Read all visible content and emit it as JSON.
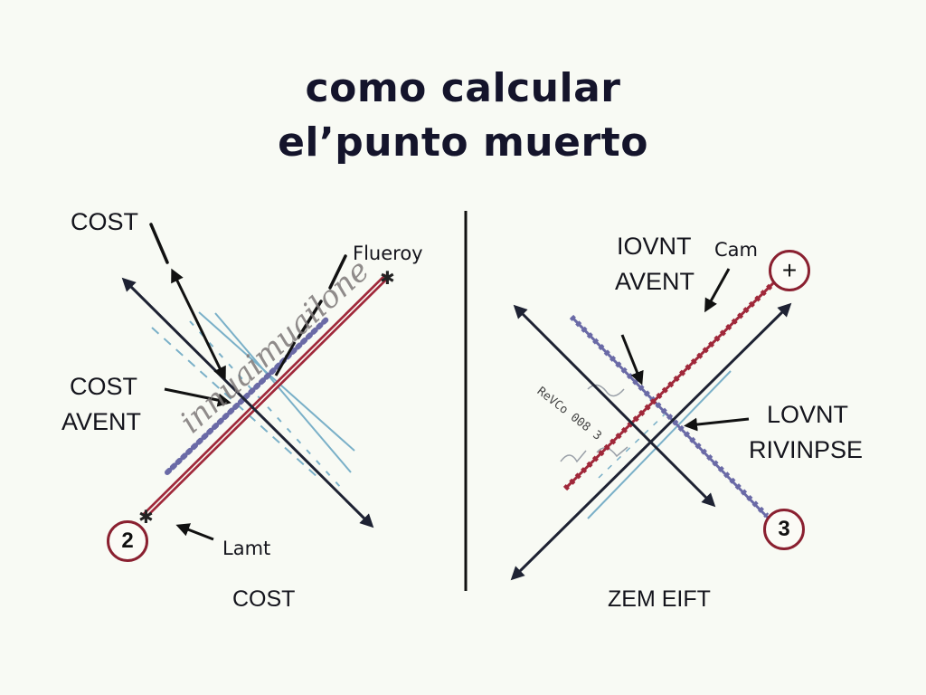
{
  "title": {
    "line1": "como calcular",
    "line2": "el’punto muerto"
  },
  "colors": {
    "background": "#f8faf4",
    "ink": "#14142b",
    "revenue_red": "#a0283a",
    "cost_purple": "#6a6aa6",
    "guide_blue": "#7ab0c8",
    "circle_border": "#8a2030"
  },
  "left_panel": {
    "labels": {
      "top_cost": "COST",
      "fluerey": "Flueroy",
      "cost_avent_1": "COST",
      "cost_avent_2": "AVENT",
      "lamt": "Lamt",
      "bottom": "COST"
    },
    "circle_number": "2",
    "watermark": "innuaimuailone"
  },
  "right_panel": {
    "labels": {
      "iovnt": "IOVNT",
      "avent": "AVENT",
      "cam": "Cam",
      "lovnt": "LOVNT",
      "rivinpse": "RIVINPSE",
      "bottom": "ZEM EIFT",
      "rev_note": "ReVCo 008   3"
    },
    "circle_plus": "+",
    "circle_number": "3"
  }
}
